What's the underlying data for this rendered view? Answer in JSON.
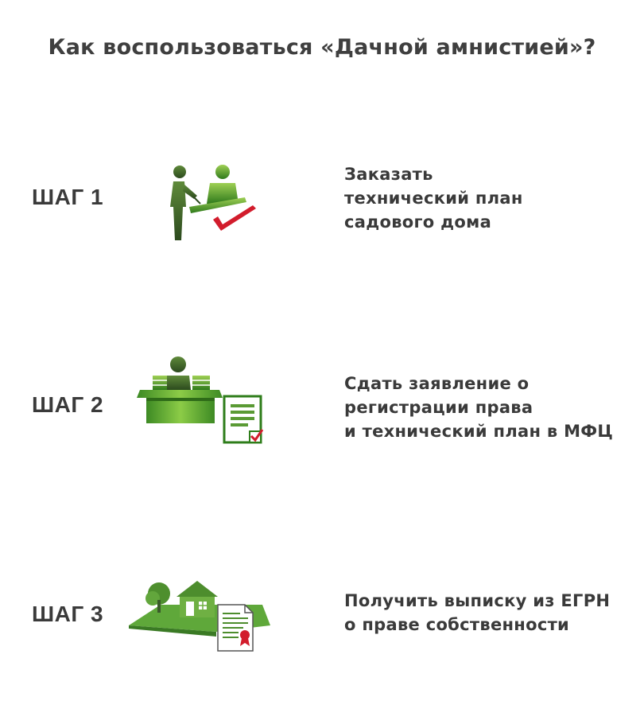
{
  "title": "Как воспользоваться «Дачной амнистией»?",
  "steps": [
    {
      "label": "ШАГ 1",
      "icon": "consultation-checkmark-icon",
      "lines": [
        "Заказать",
        "технический план",
        "садового дома"
      ]
    },
    {
      "label": "ШАГ 2",
      "icon": "office-desk-document-icon",
      "lines": [
        "Сдать заявление о",
        "регистрации права",
        "и технический план в МФЦ"
      ]
    },
    {
      "label": "ШАГ 3",
      "icon": "house-certificate-icon",
      "lines": [
        "Получить выписку из ЕГРН",
        "о праве собственности"
      ]
    }
  ],
  "colors": {
    "green_light": "#8cc63f",
    "green_dark": "#2e7d1a",
    "figure_dark": "#3a5a2a",
    "check_red": "#d21c2c",
    "text": "#3a3a3a"
  }
}
